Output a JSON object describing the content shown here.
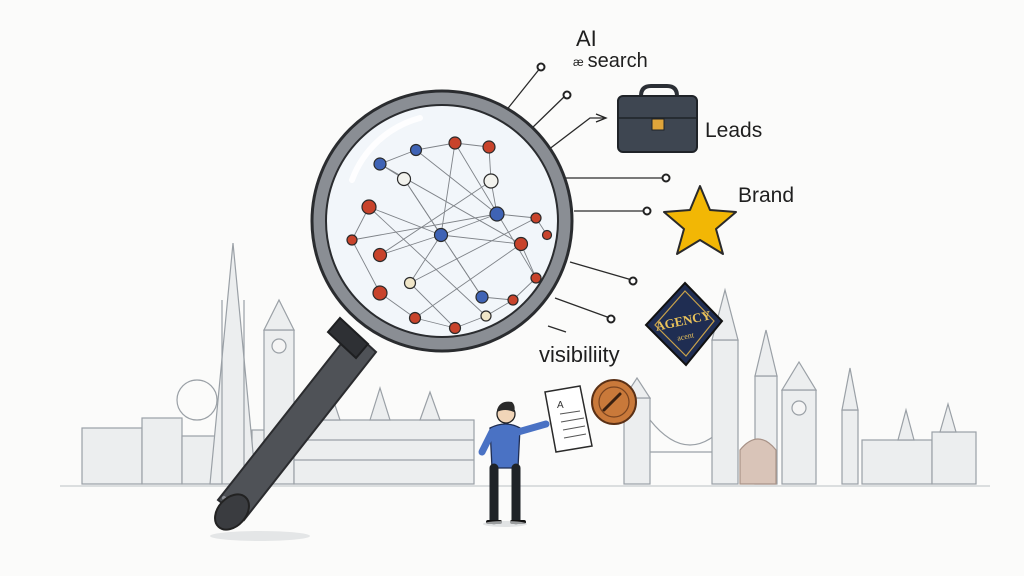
{
  "labels": {
    "ai": "AI",
    "search_glyph": "æ",
    "search": "search",
    "leads": "Leads",
    "brand": "Brand",
    "visibility": "visibiliity",
    "agency_badge_line1": "AGENCY",
    "agency_badge_line2": "acent",
    "document_letter": "A"
  },
  "icons": [
    "magnifying-glass-icon",
    "network-graph-icon",
    "briefcase-icon",
    "star-icon",
    "agency-badge-icon",
    "document-icon",
    "coin-icon",
    "person-figure",
    "city-skyline"
  ],
  "colors": {
    "background": "#fbfbfa",
    "ink": "#1f1f1f",
    "node_red": "#c8432b",
    "node_blue": "#3f63b5",
    "star_gold": "#f2b705",
    "briefcase": "#3e4651",
    "shirt_blue": "#4a72c4",
    "coin_copper": "#c9793a",
    "badge_navy": "#1f2d52",
    "skyline_gray": "#9aa0a6"
  }
}
